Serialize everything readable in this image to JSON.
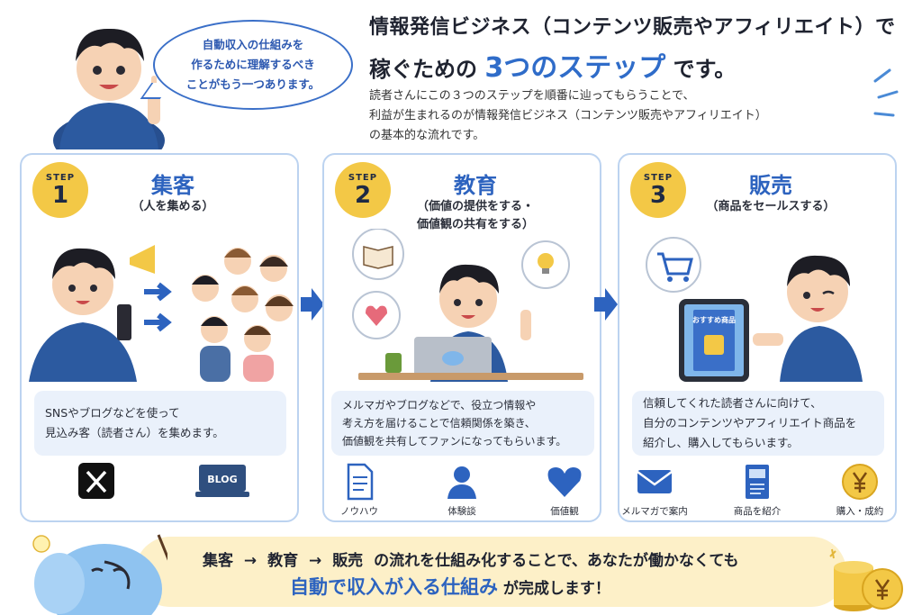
{
  "header": {
    "bubble_lines": [
      "自動収入の仕組みを",
      "作るために理解するべき",
      "ことがもう一つあります。"
    ],
    "title_line1": "情報発信ビジネス（コンテンツ販売やアフィリエイト）で",
    "title_line2_pre": "稼ぐための",
    "title_line2_highlight": "3つのステップ",
    "title_line2_post": "です。",
    "intro_lines": [
      "読者さんにこの３つのステップを順番に辿ってもらうことで、",
      "利益が生まれるのが情報発信ビジネス（コンテンツ販売やアフィリエイト）",
      "の基本的な流れです。"
    ]
  },
  "steps": [
    {
      "badge_label": "STEP",
      "number": "1",
      "title": "集客",
      "subtitle_lines": [
        "（人を集める）"
      ],
      "desc_lines": [
        "SNSやブログなどを使って",
        "見込み客（読者さん）を集めます。"
      ],
      "icons": [
        {
          "icon": "x-logo-icon",
          "label": ""
        },
        {
          "icon": "blog-icon",
          "label": "BLOG"
        }
      ]
    },
    {
      "badge_label": "STEP",
      "number": "2",
      "title": "教育",
      "subtitle_lines": [
        "（価値の提供をする・",
        "価値観の共有をする）"
      ],
      "desc_lines": [
        "メルマガやブログなどで、役立つ情報や",
        "考え方を届けることで信頼関係を築き、",
        "価値観を共有してファンになってもらいます。"
      ],
      "icons": [
        {
          "icon": "document-icon",
          "label": "ノウハウ"
        },
        {
          "icon": "person-icon",
          "label": "体験談"
        },
        {
          "icon": "heart-icon",
          "label": "価値観"
        }
      ]
    },
    {
      "badge_label": "STEP",
      "number": "3",
      "title": "販売",
      "subtitle_lines": [
        "（商品をセールスする）"
      ],
      "desc_lines": [
        "信頼してくれた読者さんに向けて、",
        "自分のコンテンツやアフィリエイト商品を",
        "紹介し、購入してもらいます。"
      ],
      "icons": [
        {
          "icon": "mail-icon",
          "label": "メルマガで案内"
        },
        {
          "icon": "book-icon",
          "label": "商品を紹介"
        },
        {
          "icon": "yen-coin-icon",
          "label": "購入・成約"
        }
      ]
    }
  ],
  "illustration_text": {
    "tablet_book_title": "おすすめ商品"
  },
  "banner": {
    "flow": [
      "集客",
      "→",
      "教育",
      "→",
      "販売"
    ],
    "line1_post": "の流れを仕組み化することで、あなたが働かなくても",
    "line2_highlight": "自動で収入が入る仕組み",
    "line2_post": "が完成します！"
  },
  "colors": {
    "accent_blue": "#2d63bf",
    "badge_yellow": "#f3c846",
    "card_border": "#bcd3f0",
    "desc_bg": "#eaf1fb",
    "banner_bg": "#fdf0c8"
  }
}
